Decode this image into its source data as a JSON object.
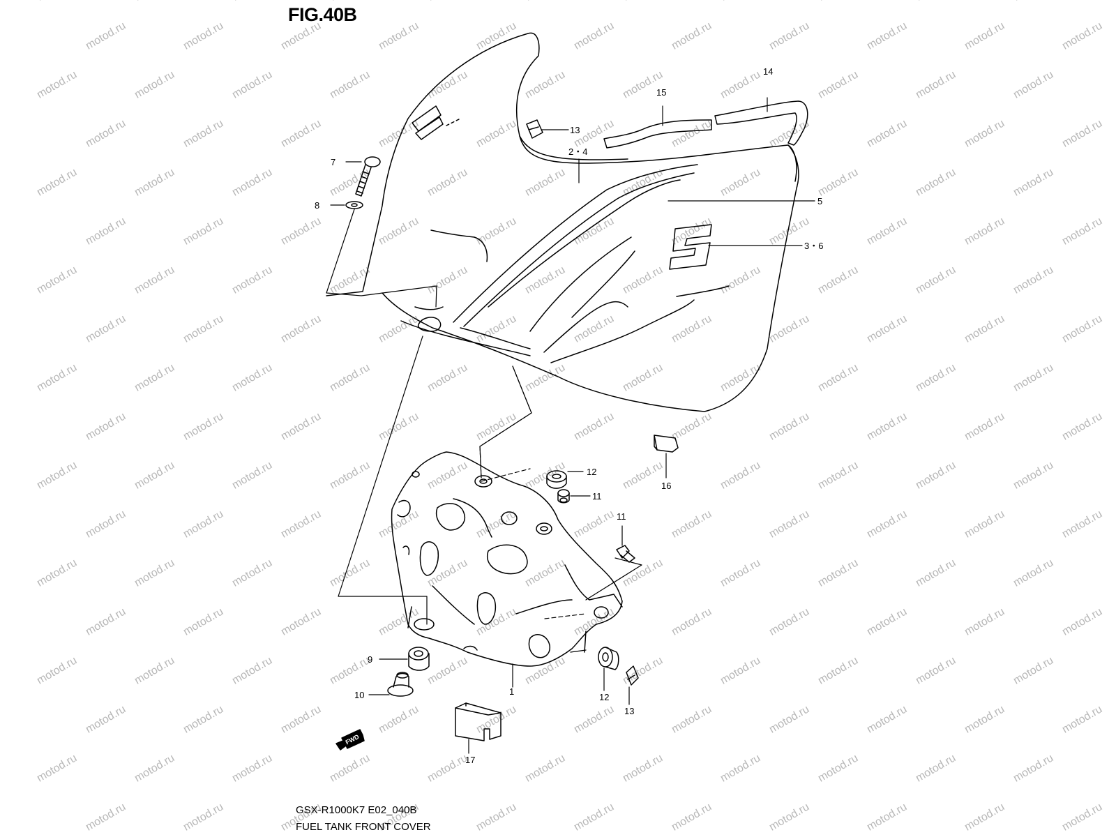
{
  "figure_title": "FIG.40B",
  "footer": {
    "model_code": "GSX-R1000K7 E02_040B",
    "diagram_name": "FUEL TANK FRONT COVER"
  },
  "watermark_text": "motod.ru",
  "fwd_label": "FWD",
  "callouts": {
    "c1": "1",
    "c2_4": "2・4",
    "c3_6": "3・6",
    "c5": "5",
    "c7": "7",
    "c8": "8",
    "c9": "9",
    "c10": "10",
    "c11_top": "11",
    "c11_right": "11",
    "c12_top": "12",
    "c12_bottom": "12",
    "c13_top": "13",
    "c13_bottom": "13",
    "c14": "14",
    "c15": "15",
    "c16": "16",
    "c17": "17"
  },
  "colors": {
    "line": "#000000",
    "watermark": "#b7b7b7",
    "background": "#ffffff"
  }
}
